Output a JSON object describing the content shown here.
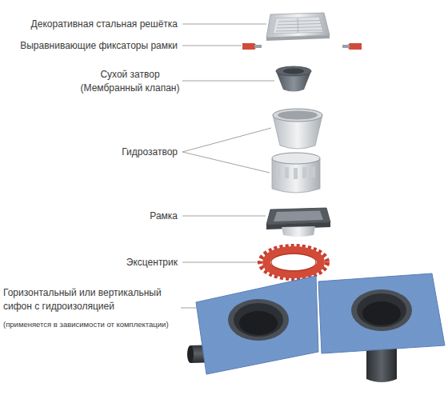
{
  "diagram": {
    "labels": [
      "Декоративная стальная решётка",
      "Выравнивающие фиксаторы рамки",
      "Сухой затвор (Мембранный клапан)",
      "Гидрозатвор",
      "Рамка",
      "Эксцентрик",
      "Горизонтальный или вертикальный сифон с гидроизоляцией",
      "(применяется в зависимости от комплектации)"
    ]
  }
}
